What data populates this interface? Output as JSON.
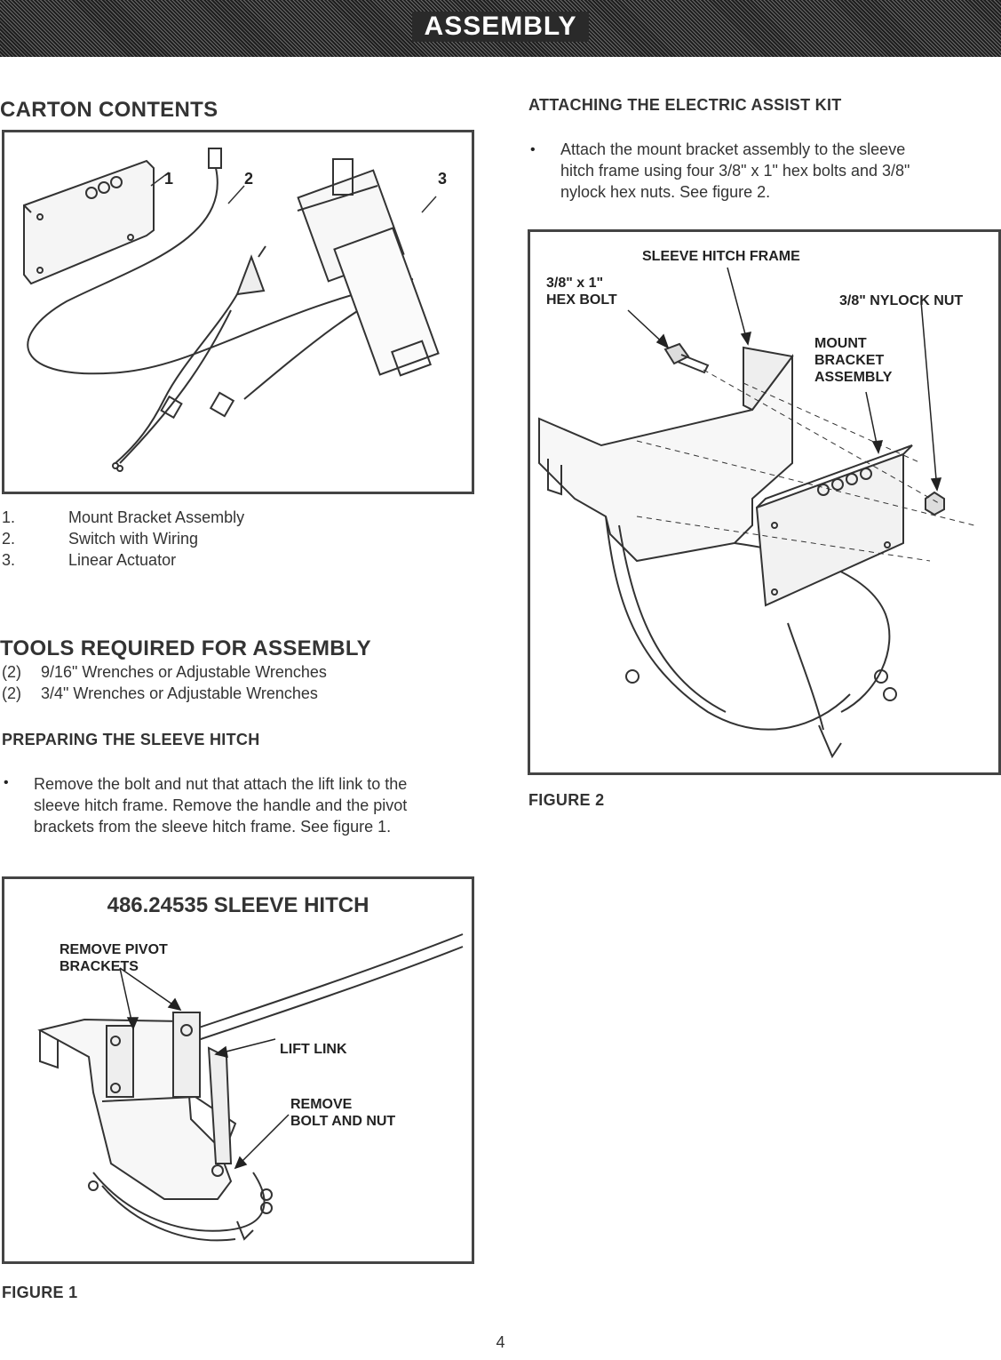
{
  "header": {
    "title": "ASSEMBLY"
  },
  "left": {
    "carton_title": "CARTON CONTENTS",
    "carton_labels": [
      "1",
      "2",
      "3"
    ],
    "parts": [
      {
        "num": "1.",
        "name": "Mount Bracket Assembly"
      },
      {
        "num": "2.",
        "name": "Switch with Wiring"
      },
      {
        "num": "3.",
        "name": "Linear Actuator"
      }
    ],
    "tools_title": "TOOLS REQUIRED FOR ASSEMBLY",
    "tools": [
      {
        "qty": "(2)",
        "name": "9/16\" Wrenches or Adjustable Wrenches"
      },
      {
        "qty": "(2)",
        "name": "3/4\" Wrenches or Adjustable Wrenches"
      }
    ],
    "prep_title": "PREPARING THE SLEEVE HITCH",
    "prep_bullet": "•",
    "prep_lines": [
      "Remove the bolt and nut that attach the lift link to the",
      "sleeve hitch frame. Remove the handle and the pivot",
      "brackets from the sleeve hitch frame. See figure 1."
    ],
    "figure1": {
      "title": "486.24535 SLEEVE HITCH",
      "label_pivot": [
        "REMOVE PIVOT",
        "BRACKETS"
      ],
      "label_lift": "LIFT LINK",
      "label_bolt": [
        "REMOVE",
        "BOLT AND NUT"
      ],
      "caption": "FIGURE 1"
    }
  },
  "right": {
    "attach_title": "ATTACHING THE ELECTRIC ASSIST KIT",
    "attach_bullet": "•",
    "attach_lines": [
      "Attach the mount bracket assembly to the sleeve",
      "hitch frame using four 3/8\" x 1\" hex bolts and 3/8\"",
      "nylock hex nuts. See figure 2."
    ],
    "figure2": {
      "label_frame": "SLEEVE HITCH FRAME",
      "label_bolt": [
        "3/8\" x 1\"",
        "HEX BOLT"
      ],
      "label_nut": "3/8\" NYLOCK NUT",
      "label_bracket": [
        "MOUNT",
        "BRACKET",
        "ASSEMBLY"
      ],
      "caption": "FIGURE 2"
    }
  },
  "footer": {
    "page_number": "4"
  }
}
